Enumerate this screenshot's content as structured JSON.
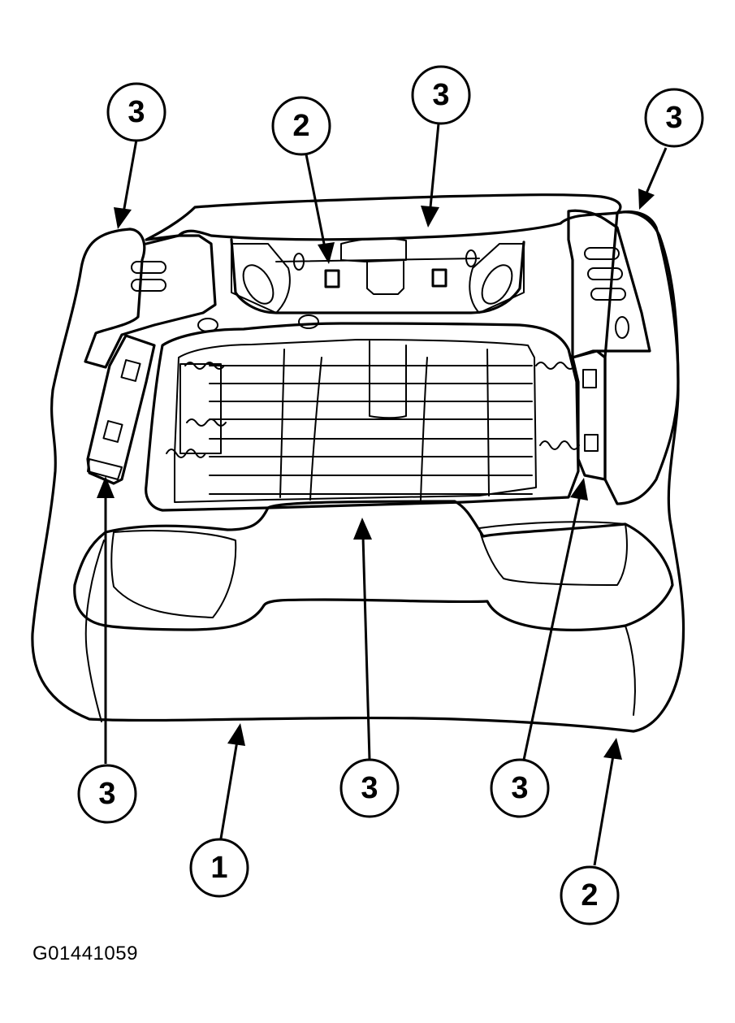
{
  "figure_id": "G01441059",
  "callouts": [
    {
      "id": "c1",
      "label": "3"
    },
    {
      "id": "c2",
      "label": "2"
    },
    {
      "id": "c3",
      "label": "3"
    },
    {
      "id": "c4",
      "label": "3"
    },
    {
      "id": "c5",
      "label": "3"
    },
    {
      "id": "c6",
      "label": "3"
    },
    {
      "id": "c7",
      "label": "3"
    },
    {
      "id": "c8",
      "label": "1"
    },
    {
      "id": "c9",
      "label": "2"
    }
  ]
}
